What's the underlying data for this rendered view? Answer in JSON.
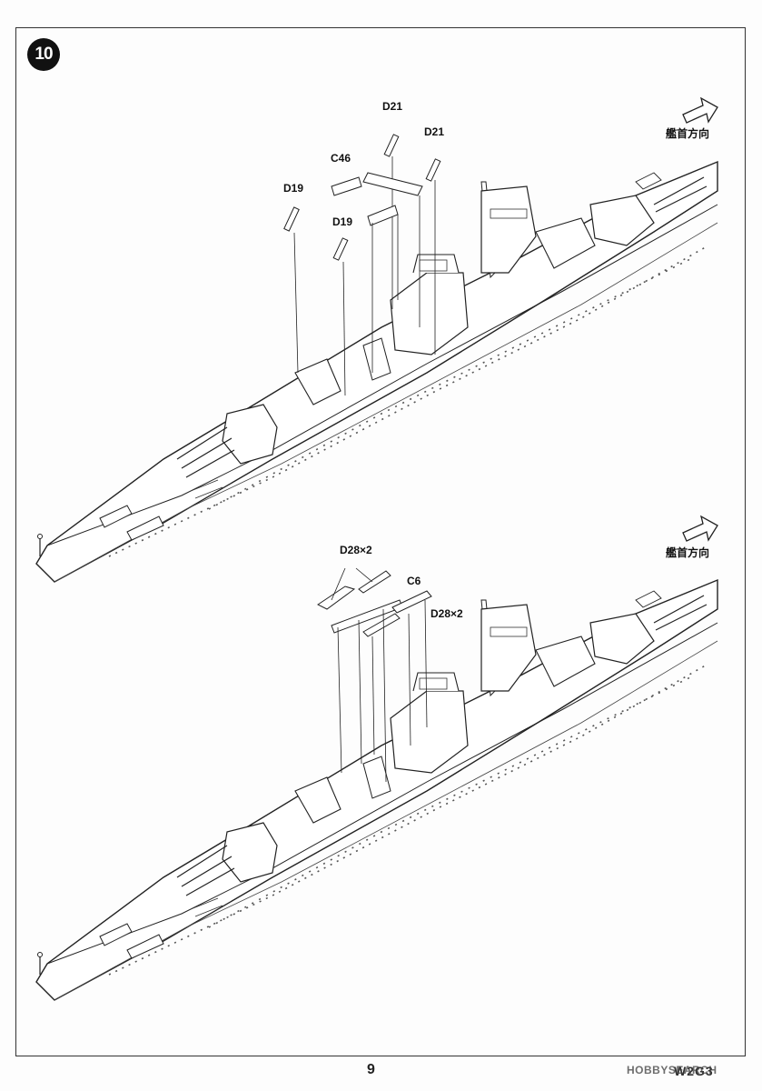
{
  "step": {
    "number": "10"
  },
  "top_view": {
    "direction_label": "艦首方向",
    "callouts": [
      {
        "id": "d21-a",
        "text": "D21"
      },
      {
        "id": "d21-b",
        "text": "D21"
      },
      {
        "id": "c46",
        "text": "C46"
      },
      {
        "id": "d19-a",
        "text": "D19"
      },
      {
        "id": "d19-b",
        "text": "D19"
      }
    ]
  },
  "bottom_view": {
    "direction_label": "艦首方向",
    "callouts": [
      {
        "id": "d28-a",
        "text": "D28×2"
      },
      {
        "id": "c6",
        "text": "C6"
      },
      {
        "id": "d28-b",
        "text": "D28×2"
      }
    ]
  },
  "footer": {
    "page_number": "9",
    "model_code": "W2G3",
    "watermark": "HOBBYSEARCH"
  }
}
